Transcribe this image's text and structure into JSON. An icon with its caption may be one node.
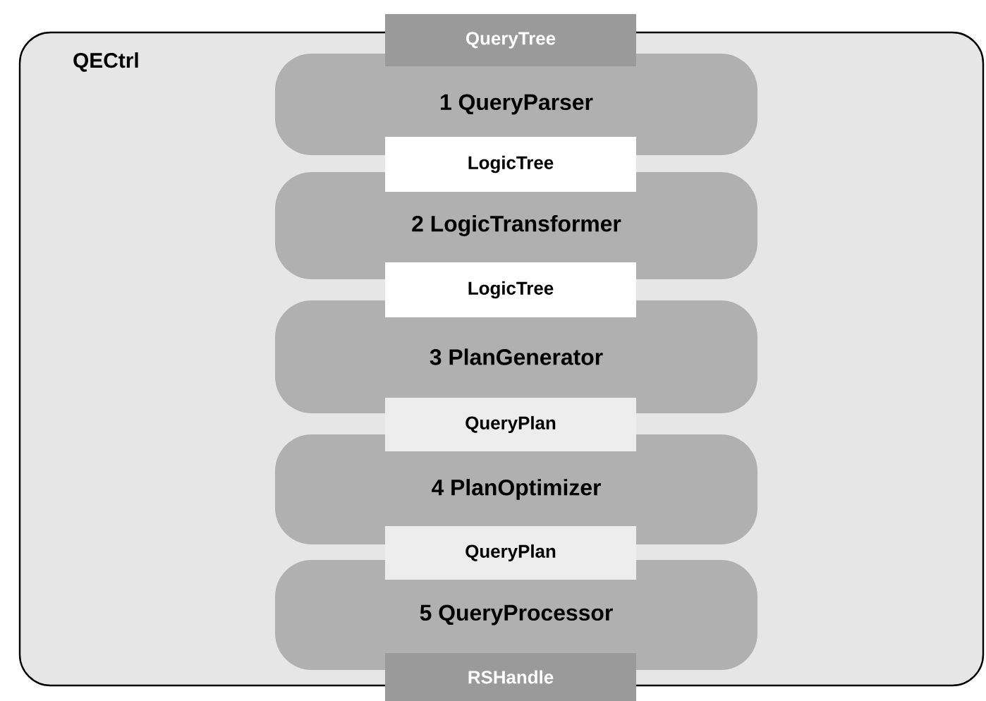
{
  "diagram": {
    "nodes": [
      {
        "text": [
          "QECtrl"
        ]
      },
      {
        "text": [
          "QueryTree"
        ]
      },
      {
        "text": [
          "1 QueryParser"
        ],
        "in": 0
      },
      {
        "text": [
          "LogicTree"
        ],
        "in": 0
      },
      {
        "text": [
          "2 LogicTransformer"
        ],
        "in": 0
      },
      {
        "text": [
          "LogicTree"
        ],
        "in": 0
      },
      {
        "text": [
          "3 PlanGenerator"
        ],
        "in": 0
      },
      {
        "text": [
          "QueryPlan"
        ],
        "in": 0
      },
      {
        "text": [
          "4 PlanOptimizer"
        ],
        "in": 0
      },
      {
        "text": [
          "QueryPlan"
        ],
        "in": 0
      },
      {
        "text": [
          "5 QueryProcessor"
        ],
        "in": 0
      },
      {
        "text": [
          "RSHandle"
        ]
      }
    ]
  }
}
